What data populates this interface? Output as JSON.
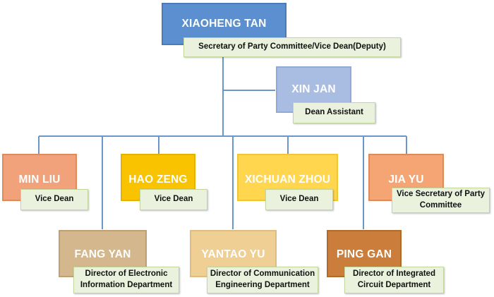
{
  "colors": {
    "connector": "#6a96c8",
    "role_fill": "#eaf1dd",
    "role_border": "#c3d69b"
  },
  "nodes": {
    "xiaoheng_tan": {
      "name": "XIAOHENG TAN",
      "role": "Secretary of Party Committee/Vice Dean(Deputy)",
      "color": "#5b8fcf"
    },
    "xin_jan": {
      "name": "XIN JAN",
      "role": "Dean Assistant",
      "color": "#a9bde3"
    },
    "min_liu": {
      "name": "MIN LIU",
      "role": "Vice Dean",
      "color": "#f2a27a"
    },
    "hao_zeng": {
      "name": "HAO ZENG",
      "role": "Vice Dean",
      "color": "#f9c300"
    },
    "xichuan_zhou": {
      "name": "XICHUAN ZHOU",
      "role": "Vice Dean",
      "color": "#ffd64d"
    },
    "jia_yu": {
      "name": "JIA YU",
      "role_line1": "Vice Secretary of Party",
      "role_line2": "Committee",
      "color": "#f5a474"
    },
    "fang_yan": {
      "name": "FANG YAN",
      "role_line1": "Director of Electronic",
      "role_line2": "Information Department",
      "color": "#d4b78c"
    },
    "yantao_yu": {
      "name": "YANTAO YU",
      "role_line1": "Director of Communication",
      "role_line2": "Engineering Department",
      "color": "#f0cf95"
    },
    "ping_gan": {
      "name": "PING GAN",
      "role_line1": "Director of  Integrated",
      "role_line2": "Circuit Department",
      "color": "#cb7e3b"
    }
  }
}
